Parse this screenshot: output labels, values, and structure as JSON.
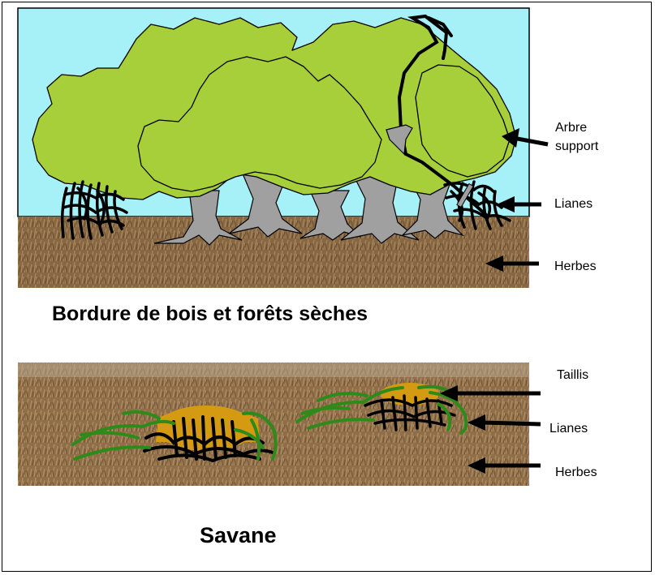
{
  "forest": {
    "title": "Bordure de bois et forêts sèches",
    "labels": {
      "arbre_line1": "Arbre",
      "arbre_line2": "support",
      "lianes": "Lianes",
      "herbes": "Herbes"
    }
  },
  "savanna": {
    "title": "Savane",
    "labels": {
      "taillis": "Taillis",
      "lianes": "Lianes",
      "herbes": "Herbes"
    }
  },
  "colors": {
    "sky": "#a6f0f8",
    "canopy": "#a6cf3a",
    "trunk": "#a0a0a0",
    "grass": "#8a6b45",
    "liana_forest": "#000000",
    "liana_savanna": "#2e8b1a",
    "thicket": "#d49a12"
  }
}
